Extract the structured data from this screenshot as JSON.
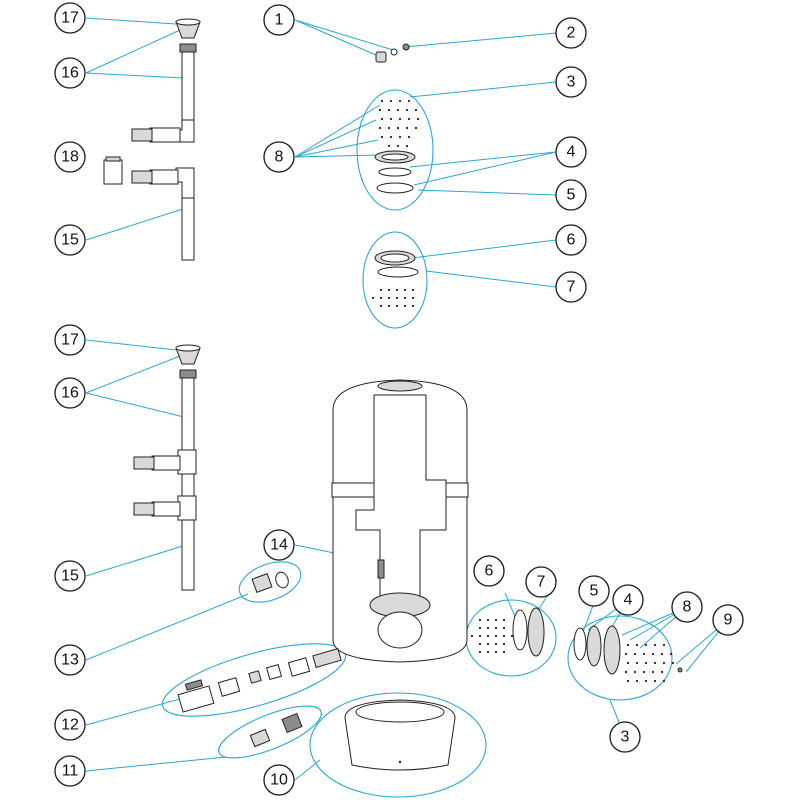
{
  "callouts": [
    {
      "id": "c17a",
      "label": "17"
    },
    {
      "id": "c16a",
      "label": "16"
    },
    {
      "id": "c18",
      "label": "18"
    },
    {
      "id": "c15a",
      "label": "15"
    },
    {
      "id": "c1",
      "label": "1"
    },
    {
      "id": "c2",
      "label": "2"
    },
    {
      "id": "c3a",
      "label": "3"
    },
    {
      "id": "c8a",
      "label": "8"
    },
    {
      "id": "c4a",
      "label": "4"
    },
    {
      "id": "c5a",
      "label": "5"
    },
    {
      "id": "c6a",
      "label": "6"
    },
    {
      "id": "c7a",
      "label": "7"
    },
    {
      "id": "c17b",
      "label": "17"
    },
    {
      "id": "c16b",
      "label": "16"
    },
    {
      "id": "c15b",
      "label": "15"
    },
    {
      "id": "c14",
      "label": "14"
    },
    {
      "id": "c13",
      "label": "13"
    },
    {
      "id": "c12",
      "label": "12"
    },
    {
      "id": "c11",
      "label": "11"
    },
    {
      "id": "c10",
      "label": "10"
    },
    {
      "id": "c6b",
      "label": "6"
    },
    {
      "id": "c7b",
      "label": "7"
    },
    {
      "id": "c5b",
      "label": "5"
    },
    {
      "id": "c4b",
      "label": "4"
    },
    {
      "id": "c8b",
      "label": "8"
    },
    {
      "id": "c9",
      "label": "9"
    },
    {
      "id": "c3b",
      "label": "3"
    }
  ],
  "colors": {
    "leader": "#2aa7d6",
    "outline": "#1a1a1a",
    "fill": "#ffffff"
  }
}
